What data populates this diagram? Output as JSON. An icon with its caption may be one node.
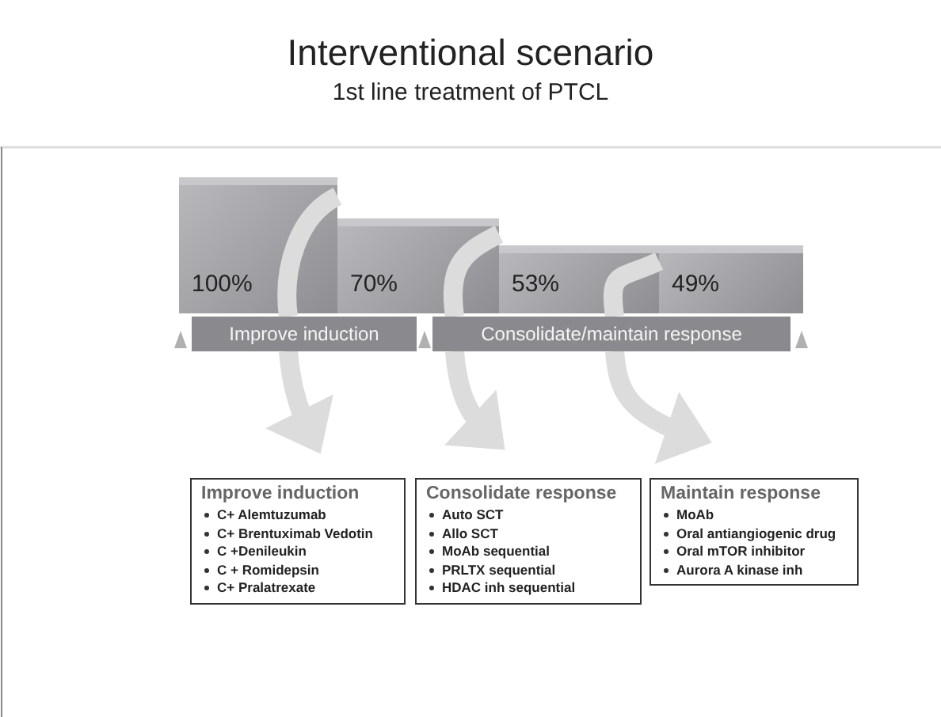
{
  "diagram": {
    "title": "Interventional scenario",
    "caption": "1st line treatment of PTCL",
    "nodes": [
      {
        "text": [
          "100%"
        ]
      },
      {
        "text": [
          "70%"
        ]
      },
      {
        "text": [
          "53%"
        ]
      },
      {
        "text": [
          "49%"
        ]
      },
      {
        "text": [
          "Improve induction"
        ]
      },
      {
        "text": [
          "Consolidate/maintain response"
        ]
      },
      {
        "text": [
          "Improve induction",
          "C+ Alemtuzumab",
          "C+ Brentuximab Vedotin",
          "C +Denileukin",
          "C + Romidepsin",
          "C+ Pralatrexate"
        ]
      },
      {
        "text": [
          "Consolidate response",
          "Auto SCT",
          "Allo SCT",
          "MoAb sequential",
          "PRLTX sequential",
          "HDAC inh sequential"
        ]
      },
      {
        "text": [
          "Maintain response",
          "MoAb",
          "Oral antiangiogenic drug",
          "Oral mTOR inhibitor",
          "Aurora A kinase inh"
        ]
      }
    ],
    "edges": [
      {
        "from": 0,
        "to": 4,
        "arrow": "none"
      },
      {
        "from": 4,
        "to": 6,
        "arrow": "to"
      },
      {
        "from": 1,
        "to": 5,
        "arrow": "none"
      },
      {
        "from": 5,
        "to": 7,
        "arrow": "to"
      },
      {
        "from": 2,
        "to": 5,
        "arrow": "none"
      },
      {
        "from": 5,
        "to": 8,
        "arrow": "to"
      }
    ]
  }
}
